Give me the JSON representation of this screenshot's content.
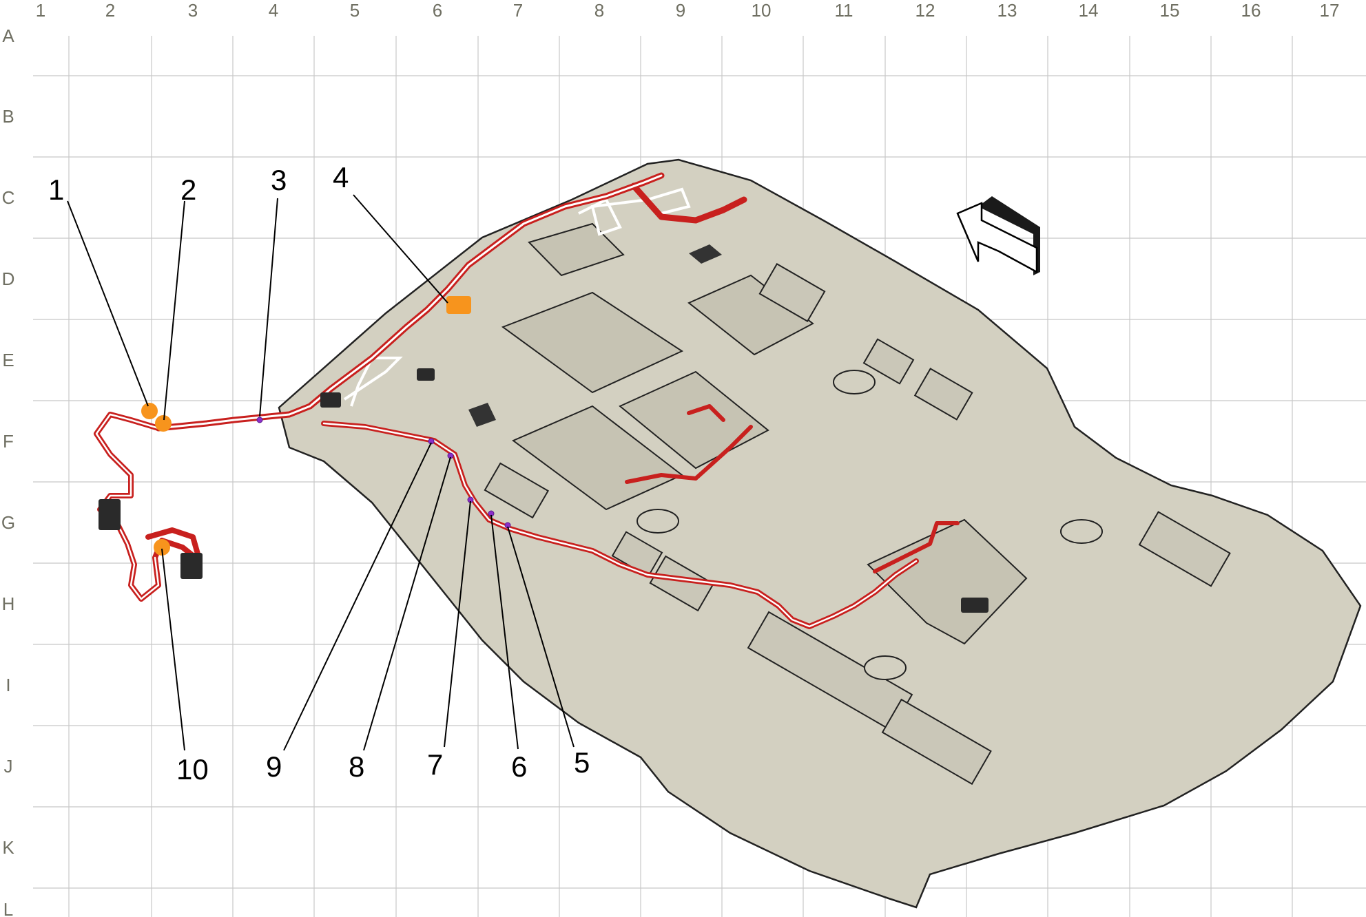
{
  "grid": {
    "columns": [
      "1",
      "2",
      "3",
      "4",
      "5",
      "6",
      "7",
      "8",
      "9",
      "10",
      "11",
      "12",
      "13",
      "14",
      "15",
      "16",
      "17"
    ],
    "rows": [
      "A",
      "B",
      "C",
      "D",
      "E",
      "F",
      "G",
      "H",
      "I",
      "J",
      "K",
      "L"
    ]
  },
  "callouts": [
    "1",
    "2",
    "3",
    "4",
    "5",
    "6",
    "7",
    "8",
    "9",
    "10"
  ],
  "colors": {
    "headliner": "#d3d0c1",
    "harness": "#c8201e",
    "connector_highlight": "#f7941d",
    "ground_point": "#8b2fc9",
    "grid": "#c8c8c8",
    "label": "#6f6f62"
  },
  "icons": [
    "direction-arrow-icon"
  ]
}
